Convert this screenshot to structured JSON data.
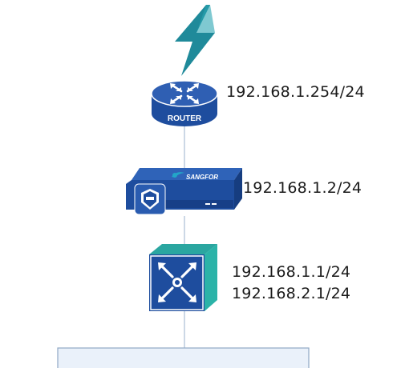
{
  "colors": {
    "lightning": "#1f8a9a",
    "router_top": "#2f5fb3",
    "router_body": "#1e4d9e",
    "firewall": "#1e4d9e",
    "firewall_accent": "#22a6c8",
    "switch_front": "#1e4d9e",
    "switch_side": "#2bb3a8",
    "link_line": "#a9bfd6",
    "lan_box_border": "#8fa8c4",
    "lan_box_fill": "#eaf1fa"
  },
  "icons": [
    "lightning-icon",
    "router-icon",
    "firewall-icon",
    "switch-icon"
  ],
  "router": {
    "label": "ROUTER",
    "ip": "192.168.1.254/24"
  },
  "firewall": {
    "brand": "SANGFOR",
    "ip": "192.168.1.2/24"
  },
  "switch": {
    "ip_1": "192.168.1.1/24",
    "ip_2": "192.168.2.1/24"
  }
}
